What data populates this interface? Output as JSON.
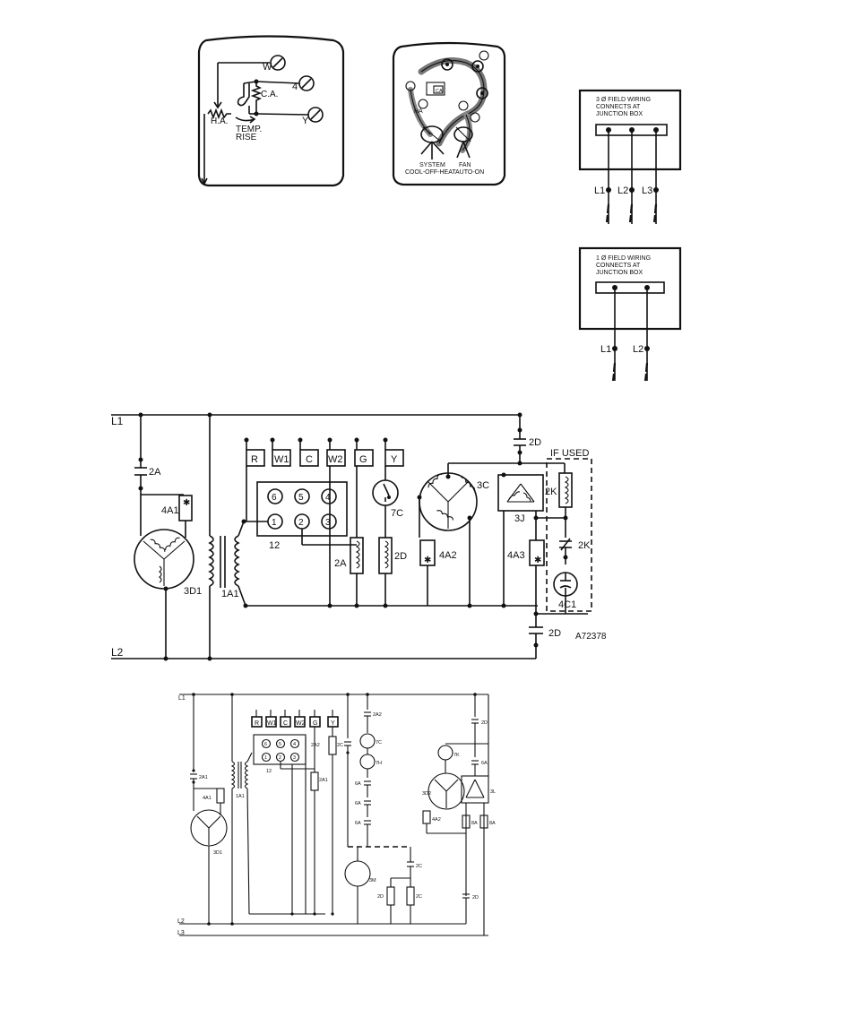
{
  "thermostat_face": {
    "terminals": [
      "W",
      "4",
      "Y"
    ],
    "labels": {
      "ca": "C.A.",
      "ha": "H.A.",
      "temp": "TEMP.",
      "rise": "RISE"
    }
  },
  "thermostat_switches": {
    "labels": {
      "system": "SYSTEM",
      "system_positions": "COOL-OFF-HEAT",
      "fan": "FAN",
      "fan_positions": "AUTO-ON",
      "ha": "HA",
      "ca": "CA"
    }
  },
  "field_wiring_3ph": {
    "caption_lines": [
      "3 Ø FIELD WIRING",
      "CONNECTS AT",
      "JUNCTION BOX"
    ],
    "leads": [
      "L1",
      "L2",
      "L3"
    ]
  },
  "field_wiring_1ph": {
    "caption_lines": [
      "1 Ø FIELD WIRING",
      "CONNECTS AT",
      "JUNCTION BOX"
    ],
    "leads": [
      "L1",
      "L2"
    ]
  },
  "schematic_1ph": {
    "lines": {
      "l1": "L1",
      "l2": "L2"
    },
    "terminal_letters": [
      "R",
      "W1",
      "C",
      "W2",
      "G",
      "Y"
    ],
    "terminal_numbers_top": [
      "6",
      "5",
      "4"
    ],
    "terminal_numbers_bottom": [
      "1",
      "2",
      "3"
    ],
    "component_labels": {
      "cap_2a": "2A",
      "overload_4a1": "4A1",
      "motor_3d1": "3D1",
      "transformer_1a1": "1A1",
      "subbase_12": "12",
      "coil_2a": "2A",
      "coil_2d": "2D",
      "switch_7c": "7C",
      "motor_3c": "3C",
      "overload_4a2": "4A2",
      "motor_3j": "3J",
      "overload_4a3": "4A3",
      "relay_2k_coil": "2K",
      "relay_2k_contact": "2K",
      "cap_4c1": "4C1",
      "contact_2d_top": "2D",
      "contact_2d_bottom": "2D"
    },
    "if_used": "IF USED",
    "figure_id": "A72378"
  },
  "schematic_3ph": {
    "lines": {
      "l1": "L1",
      "l2": "L2",
      "l3": "L3"
    },
    "terminal_letters": [
      "R",
      "W1",
      "C",
      "W2",
      "G",
      "Y"
    ],
    "terminal_numbers_top": [
      "6",
      "5",
      "4"
    ],
    "terminal_numbers_bottom": [
      "1",
      "2",
      "3"
    ],
    "component_labels": {
      "c2a2_top": "2A2",
      "c7c": "7C",
      "c7h": "7H",
      "c6a_1": "6A",
      "c6a_2": "6A",
      "c6a_3": "6A",
      "c2a2_coil": "2A2",
      "c2c_left": "2C",
      "c2a1_contact": "2A1",
      "c4a1": "4A1",
      "c3d1": "3D1",
      "c1a1": "1A1",
      "c12": "12",
      "c2a1_coil": "2A1",
      "c3m": "3M",
      "c2c_a": "2C",
      "c2c_b": "2C",
      "c2d_coil": "2D",
      "c2d_top": "2D",
      "c7k": "7K",
      "c6a_r": "6A",
      "c3d2": "3D2",
      "c3l": "3L",
      "c4a2": "4A2",
      "c8a_l": "8A",
      "c8a_r": "8A",
      "c2d_bot": "2D"
    }
  }
}
